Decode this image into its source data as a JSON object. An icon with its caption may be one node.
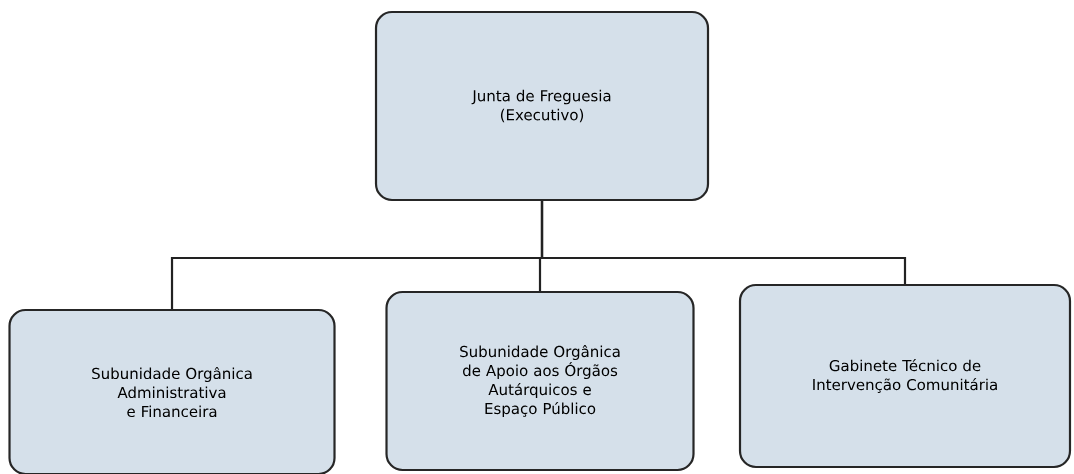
{
  "diagram": {
    "nodes": [
      {
        "text": [
          "Junta de Freguesia (Executivo)"
        ]
      },
      {
        "text": [
          "Subunidade Orgânica Administrativa e Financeira"
        ]
      },
      {
        "text": [
          "Subunidade Orgânica de Apoio aos Órgãos Autárquicos e Espaço Público"
        ]
      },
      {
        "text": [
          "Gabinete Técnico de Intervenção Comunitária"
        ]
      }
    ],
    "edges": [
      {
        "from": 0,
        "to": 1,
        "arrow": "none"
      },
      {
        "from": 0,
        "to": 2,
        "arrow": "none"
      },
      {
        "from": 0,
        "to": 3,
        "arrow": "none"
      }
    ]
  }
}
